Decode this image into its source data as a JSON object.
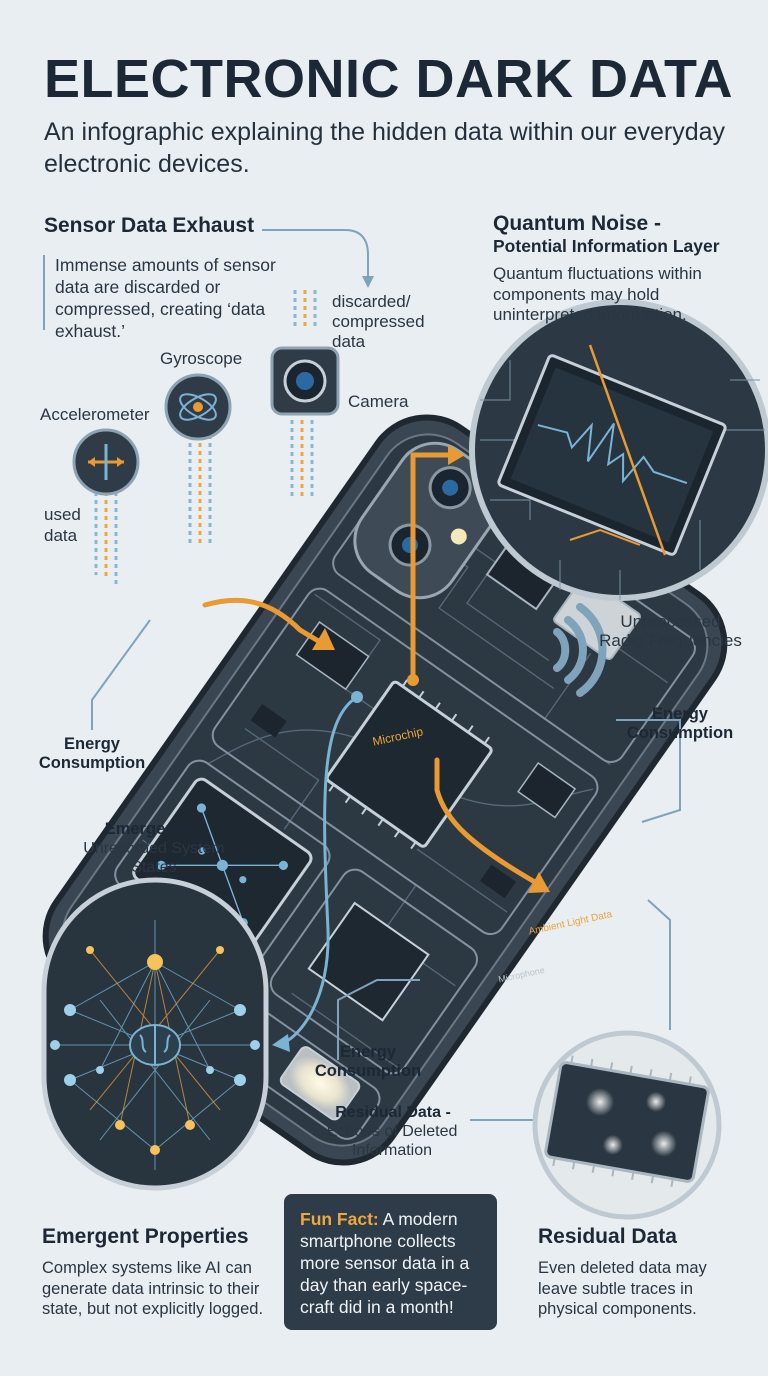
{
  "header": {
    "title": "ELECTRONIC DARK DATA",
    "subtitle": "An infographic explaining the hidden data within our everyday electronic devices."
  },
  "sensor_exhaust": {
    "title": "Sensor Data Exhaust",
    "body": "Immense amounts of sensor data are discarded or compressed, creating ‘data exhaust.’"
  },
  "quantum": {
    "title": "Quantum Noise -",
    "subtitle": "Potential Information Layer",
    "body": "Quantum fluctuations within components may hold uninterpreted information."
  },
  "sensors": {
    "gyroscope": "Gyroscope",
    "accelerometer": "Accelerometer",
    "camera": "Camera",
    "discarded": "discarded/ compressed data",
    "used": "used data"
  },
  "phone_labels": {
    "microchip": "Microchip",
    "ambient": "Ambient Light Data",
    "microphone": "Microphone"
  },
  "callouts": {
    "radio": "Unprocessed Radio Frequencies",
    "energy_right": "Energy Consumption",
    "energy_left": "Energy Consumption",
    "energy_bottom": "Energy Consumption",
    "emergent_ai_title": "Emergent AI",
    "emergent_ai_body": "Unrecorded System States",
    "residual_title": "Residual Data -",
    "residual_body": "Echoes of Deleted Information"
  },
  "emergent": {
    "title": "Emergent Properties",
    "body": "Complex systems like AI can generate data intrinsic to their state, but not explicitly logged."
  },
  "residual": {
    "title": "Residual Data",
    "body": "Even deleted data may leave subtle traces in physical components."
  },
  "fun_fact": {
    "label": "Fun Fact:",
    "text": "A modern smartphone collects more sensor data in a day than early space-craft did in a month!"
  },
  "colors": {
    "accent_orange": "#f0a73c",
    "accent_blue": "#7ab3d4",
    "phone_dark": "#2f3b46",
    "background": "#e9eef2"
  }
}
